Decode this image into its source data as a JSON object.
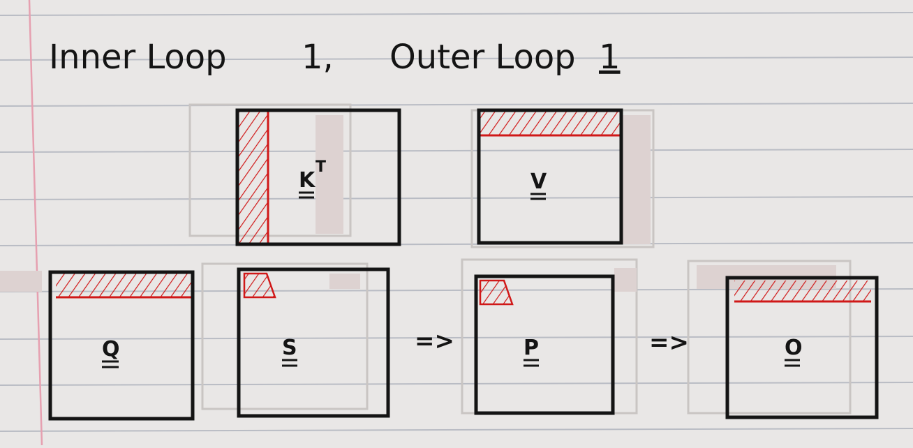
{
  "title": {
    "inner": "Inner Loop",
    "inner_index": "1,",
    "outer": "Outer Loop",
    "outer_index": "1"
  },
  "matrices": {
    "kt": {
      "label": "K",
      "superscript": "T"
    },
    "v": {
      "label": "V"
    },
    "q": {
      "label": "Q"
    },
    "s": {
      "label": "S"
    },
    "p": {
      "label": "P"
    },
    "o": {
      "label": "O"
    }
  },
  "arrows": {
    "s_to_p": "=>",
    "p_to_o": "=>"
  },
  "colors": {
    "paper": "#e9e7e6",
    "ruled_line": "#b9bcc4",
    "margin_line": "#e6a0b0",
    "ink": "#141414",
    "highlight": "#d01818",
    "ghost": "#c9c5c3"
  }
}
